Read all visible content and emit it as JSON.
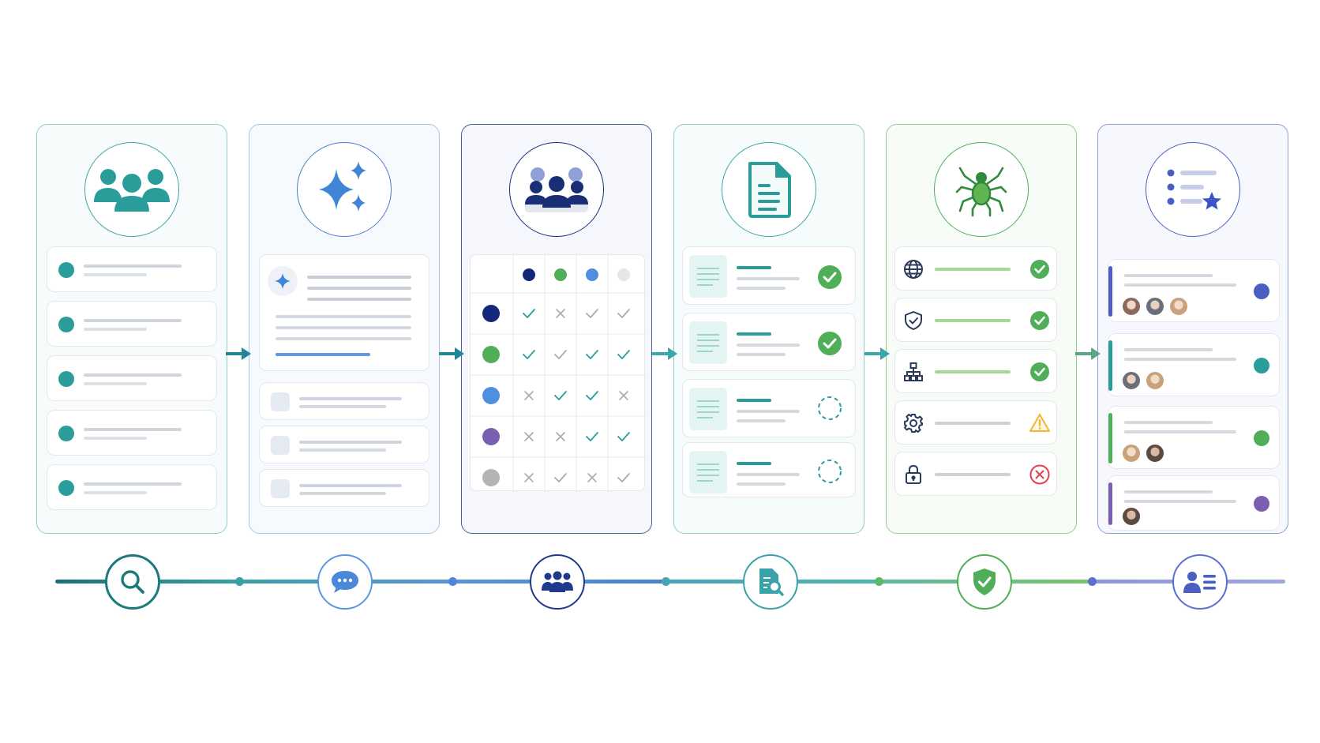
{
  "colors": {
    "teal": "#2a9d9a",
    "blue": "#3f86d6",
    "navy": "#1a2e78",
    "green": "#4fae57",
    "indigo": "#4a5fc1",
    "purple": "#7a5fb0",
    "gray": "#b4b4b4",
    "warn": "#f2b531",
    "error": "#e0434f"
  },
  "panels": [
    {
      "icon": "people-group-icon"
    },
    {
      "icon": "sparkle-icon"
    },
    {
      "icon": "team-icon"
    },
    {
      "icon": "document-icon"
    },
    {
      "icon": "bug-icon"
    },
    {
      "icon": "ranked-list-star-icon"
    }
  ],
  "matrix": {
    "column_colors": [
      "#14287a",
      "#4fae57",
      "#4e8fe0",
      "#e6e6e6"
    ],
    "rows": [
      {
        "color": "#14287a",
        "cells": [
          "check",
          "cross",
          "check-gray",
          "check-gray"
        ]
      },
      {
        "color": "#4fae57",
        "cells": [
          "check",
          "check-gray",
          "check",
          "check"
        ]
      },
      {
        "color": "#4e8fe0",
        "cells": [
          "cross",
          "check",
          "check",
          "cross"
        ]
      },
      {
        "color": "#7a5fb0",
        "cells": [
          "cross",
          "cross",
          "check",
          "check"
        ]
      },
      {
        "color": "#b4b4b4",
        "cells": [
          "cross",
          "check-gray",
          "cross",
          "check-gray"
        ]
      }
    ]
  },
  "documents": [
    {
      "status": "complete"
    },
    {
      "status": "complete"
    },
    {
      "status": "pending"
    },
    {
      "status": "pending"
    }
  ],
  "security_checks": [
    {
      "icon": "globe-icon",
      "status": "pass"
    },
    {
      "icon": "shield-check-icon",
      "status": "pass"
    },
    {
      "icon": "hierarchy-icon",
      "status": "pass"
    },
    {
      "icon": "gear-icon",
      "status": "warning"
    },
    {
      "icon": "lock-icon",
      "status": "fail"
    }
  ],
  "shortlist": [
    {
      "accent": "#4a5fc1",
      "avatars": 3
    },
    {
      "accent": "#2a9d9a",
      "avatars": 2
    },
    {
      "accent": "#4fae57",
      "avatars": 2
    },
    {
      "accent": "#7a5fb0",
      "avatars": 1
    }
  ],
  "timeline_steps": [
    {
      "icon": "search-icon"
    },
    {
      "icon": "chat-bubble-icon"
    },
    {
      "icon": "team-icon"
    },
    {
      "icon": "document-search-icon"
    },
    {
      "icon": "shield-check-icon"
    },
    {
      "icon": "profile-list-icon"
    }
  ]
}
